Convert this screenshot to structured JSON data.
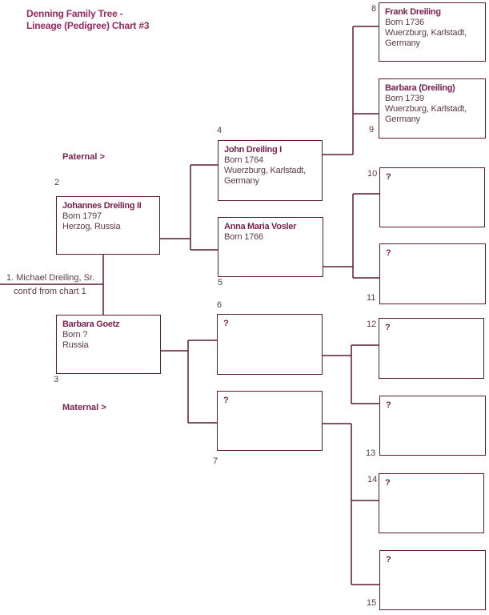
{
  "colors": {
    "line": "#5a1b2e",
    "title": "#992a60",
    "name": "#7c2150",
    "detail": "#5e3b45",
    "background": "#ffffff"
  },
  "title": {
    "line1": "Denning Family Tree -",
    "line2": "Lineage (Pedigree) Chart #3"
  },
  "side_labels": {
    "paternal": "Paternal >",
    "maternal": "Maternal >"
  },
  "root": {
    "label": "1. Michael Dreiling, Sr.",
    "note": "cont'd from chart 1"
  },
  "persons": {
    "p2": {
      "num": "2",
      "name": "Johannes Dreiling II",
      "line1": "Born 1797",
      "line2": "Herzog, Russia"
    },
    "p3": {
      "num": "3",
      "name": "Barbara Goetz",
      "line1": "Born ?",
      "line2": "Russia"
    },
    "p4": {
      "num": "4",
      "name": "John Dreiling I",
      "line1": "Born 1764",
      "line2": "Wuerzburg, Karlstadt,",
      "line3": "Germany"
    },
    "p5": {
      "num": "5",
      "name": "Anna Maria Vosler",
      "line1": "Born 1766"
    },
    "p6": {
      "num": "6",
      "name": "?"
    },
    "p7": {
      "num": "7",
      "name": "?"
    },
    "p8": {
      "num": "8",
      "name": "Frank Dreiling",
      "line1": "Born 1736",
      "line2": "Wuerzburg, Karlstadt,",
      "line3": "Germany"
    },
    "p9": {
      "num": "9",
      "name": "Barbara (Dreiling)",
      "line1": "Born 1739",
      "line2": "Wuerzburg, Karlstadt,",
      "line3": "Germany"
    },
    "p10": {
      "num": "10",
      "name": "?"
    },
    "p11": {
      "num": "11",
      "name": "?"
    },
    "p12": {
      "num": "12",
      "name": "?"
    },
    "p13": {
      "num": "13",
      "name": "?"
    },
    "p14": {
      "num": "14",
      "name": "?"
    },
    "p15": {
      "num": "15",
      "name": "?"
    }
  }
}
